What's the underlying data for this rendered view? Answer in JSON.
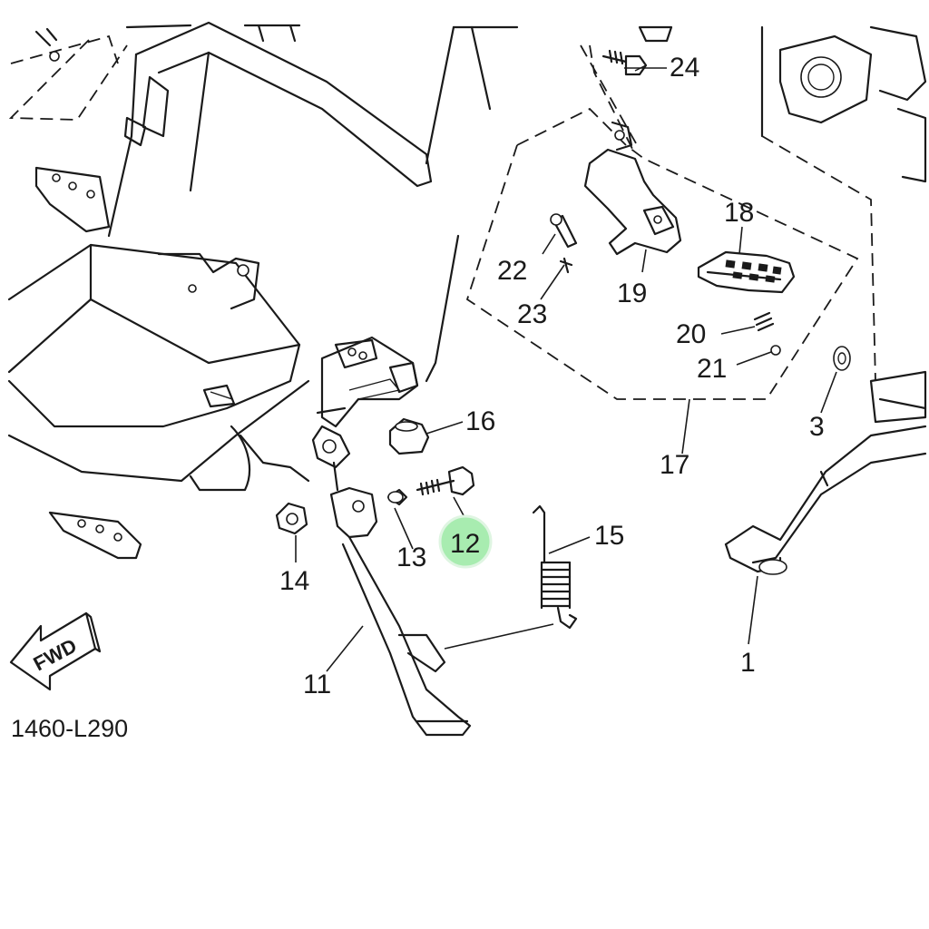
{
  "diagram": {
    "code": "1460-L290",
    "direction_label": "FWD",
    "highlight_color": "#a8ecb0",
    "highlighted_callout": "12",
    "callouts": {
      "c1": "1",
      "c3": "3",
      "c11": "11",
      "c12": "12",
      "c13": "13",
      "c14": "14",
      "c15": "15",
      "c16": "16",
      "c17": "17",
      "c18": "18",
      "c19": "19",
      "c20": "20",
      "c21": "21",
      "c22": "22",
      "c23": "23",
      "c24": "24"
    }
  }
}
